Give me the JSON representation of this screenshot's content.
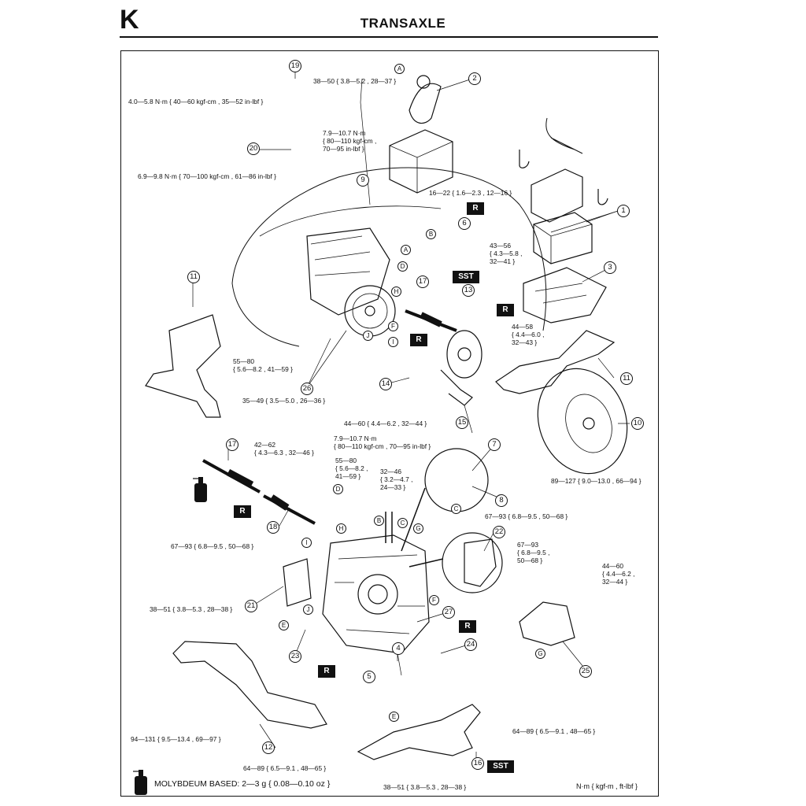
{
  "header": {
    "section_letter": "K",
    "title": "TRANSAXLE"
  },
  "callouts": [
    {
      "id": "c1",
      "text": "1"
    },
    {
      "id": "c2",
      "text": "2"
    },
    {
      "id": "c3",
      "text": "3"
    },
    {
      "id": "c4",
      "text": "4"
    },
    {
      "id": "c5",
      "text": "5"
    },
    {
      "id": "c6",
      "text": "6"
    },
    {
      "id": "c7",
      "text": "7"
    },
    {
      "id": "c8",
      "text": "8"
    },
    {
      "id": "c9",
      "text": "9"
    },
    {
      "id": "c10",
      "text": "10"
    },
    {
      "id": "c11a",
      "text": "11"
    },
    {
      "id": "c11b",
      "text": "11"
    },
    {
      "id": "c12",
      "text": "12"
    },
    {
      "id": "c13",
      "text": "13"
    },
    {
      "id": "c14",
      "text": "14"
    },
    {
      "id": "c15",
      "text": "15"
    },
    {
      "id": "c16",
      "text": "16"
    },
    {
      "id": "c17a",
      "text": "17"
    },
    {
      "id": "c17b",
      "text": "17"
    },
    {
      "id": "c18",
      "text": "18"
    },
    {
      "id": "c19",
      "text": "19"
    },
    {
      "id": "c20",
      "text": "20"
    },
    {
      "id": "c21",
      "text": "21"
    },
    {
      "id": "c22",
      "text": "22"
    },
    {
      "id": "c23",
      "text": "23"
    },
    {
      "id": "c24",
      "text": "24"
    },
    {
      "id": "c25",
      "text": "25"
    },
    {
      "id": "c26",
      "text": "26"
    },
    {
      "id": "c27",
      "text": "27"
    }
  ],
  "letters": [
    "A",
    "A",
    "B",
    "B",
    "C",
    "C",
    "D",
    "D",
    "E",
    "E",
    "F",
    "F",
    "G",
    "G",
    "H",
    "H",
    "I",
    "I",
    "J",
    "J"
  ],
  "torque_specs": {
    "t1": [
      "38—50 { 3.8—5.2 , 28—37 }"
    ],
    "t2": [
      "4.0—5.8 N·m { 40—60 kgf-cm , 35—52 in-lbf }"
    ],
    "t3": [
      "7.9—10.7 N·m",
      "{ 80—110 kgf-cm ,",
      "70—95 in-lbf }"
    ],
    "t4": [
      "6.9—9.8 N·m { 70—100 kgf-cm , 61—86 in-lbf }"
    ],
    "t5": [
      "16—22 { 1.6—2.3 , 12—16 }"
    ],
    "t6": [
      "43—56",
      "{ 4.3—5.8 ,",
      "32—41 }"
    ],
    "t7": [
      "44—58",
      "{ 4.4—6.0 ,",
      "32—43 }"
    ],
    "t8": [
      "55—80",
      "{ 5.6—8.2 , 41—59 }"
    ],
    "t9": [
      "35—49 { 3.5—5.0 , 26—36 }"
    ],
    "t10": [
      "44—60 { 4.4—6.2 , 32—44 }"
    ],
    "t11": [
      "7.9—10.7 N·m",
      "{ 80—110 kgf-cm , 70—95 in-lbf }"
    ],
    "t12": [
      "42—62",
      "{ 4.3—6.3 , 32—46 }"
    ],
    "t13": [
      "55—80",
      "{ 5.6—8.2 ,",
      "41—59 }"
    ],
    "t14": [
      "32—46",
      "{ 3.2—4.7 ,",
      "24—33 }"
    ],
    "t15": [
      "89—127 { 9.0—13.0 , 66—94 }"
    ],
    "t16": [
      "67—93 { 6.8—9.5 , 50—68 }"
    ],
    "t17": [
      "67—93 { 6.8—9.5 , 50—68 }"
    ],
    "t18": [
      "67—93",
      "{ 6.8—9.5 ,",
      "50—68 }"
    ],
    "t19": [
      "44—60",
      "{ 4.4—6.2 ,",
      "32—44 }"
    ],
    "t20": [
      "38—51 { 3.8—5.3 , 28—38 }"
    ],
    "t21": [
      "94—131 { 9.5—13.4 , 69—97 }"
    ],
    "t22": [
      "64—89 { 6.5—9.1 , 48—65 }"
    ],
    "t23": [
      "64—89 { 6.5—9.1 , 48—65 }"
    ],
    "t24": [
      "38—51 { 3.8—5.3 , 28—38 }"
    ]
  },
  "tags": {
    "r": "R",
    "sst": "SST"
  },
  "footer": {
    "legend": "MOLYBDEUM BASED: 2—3 g { 0.08—0.10 oz }",
    "units": "N·m { kgf-m , ft-lbf }"
  }
}
